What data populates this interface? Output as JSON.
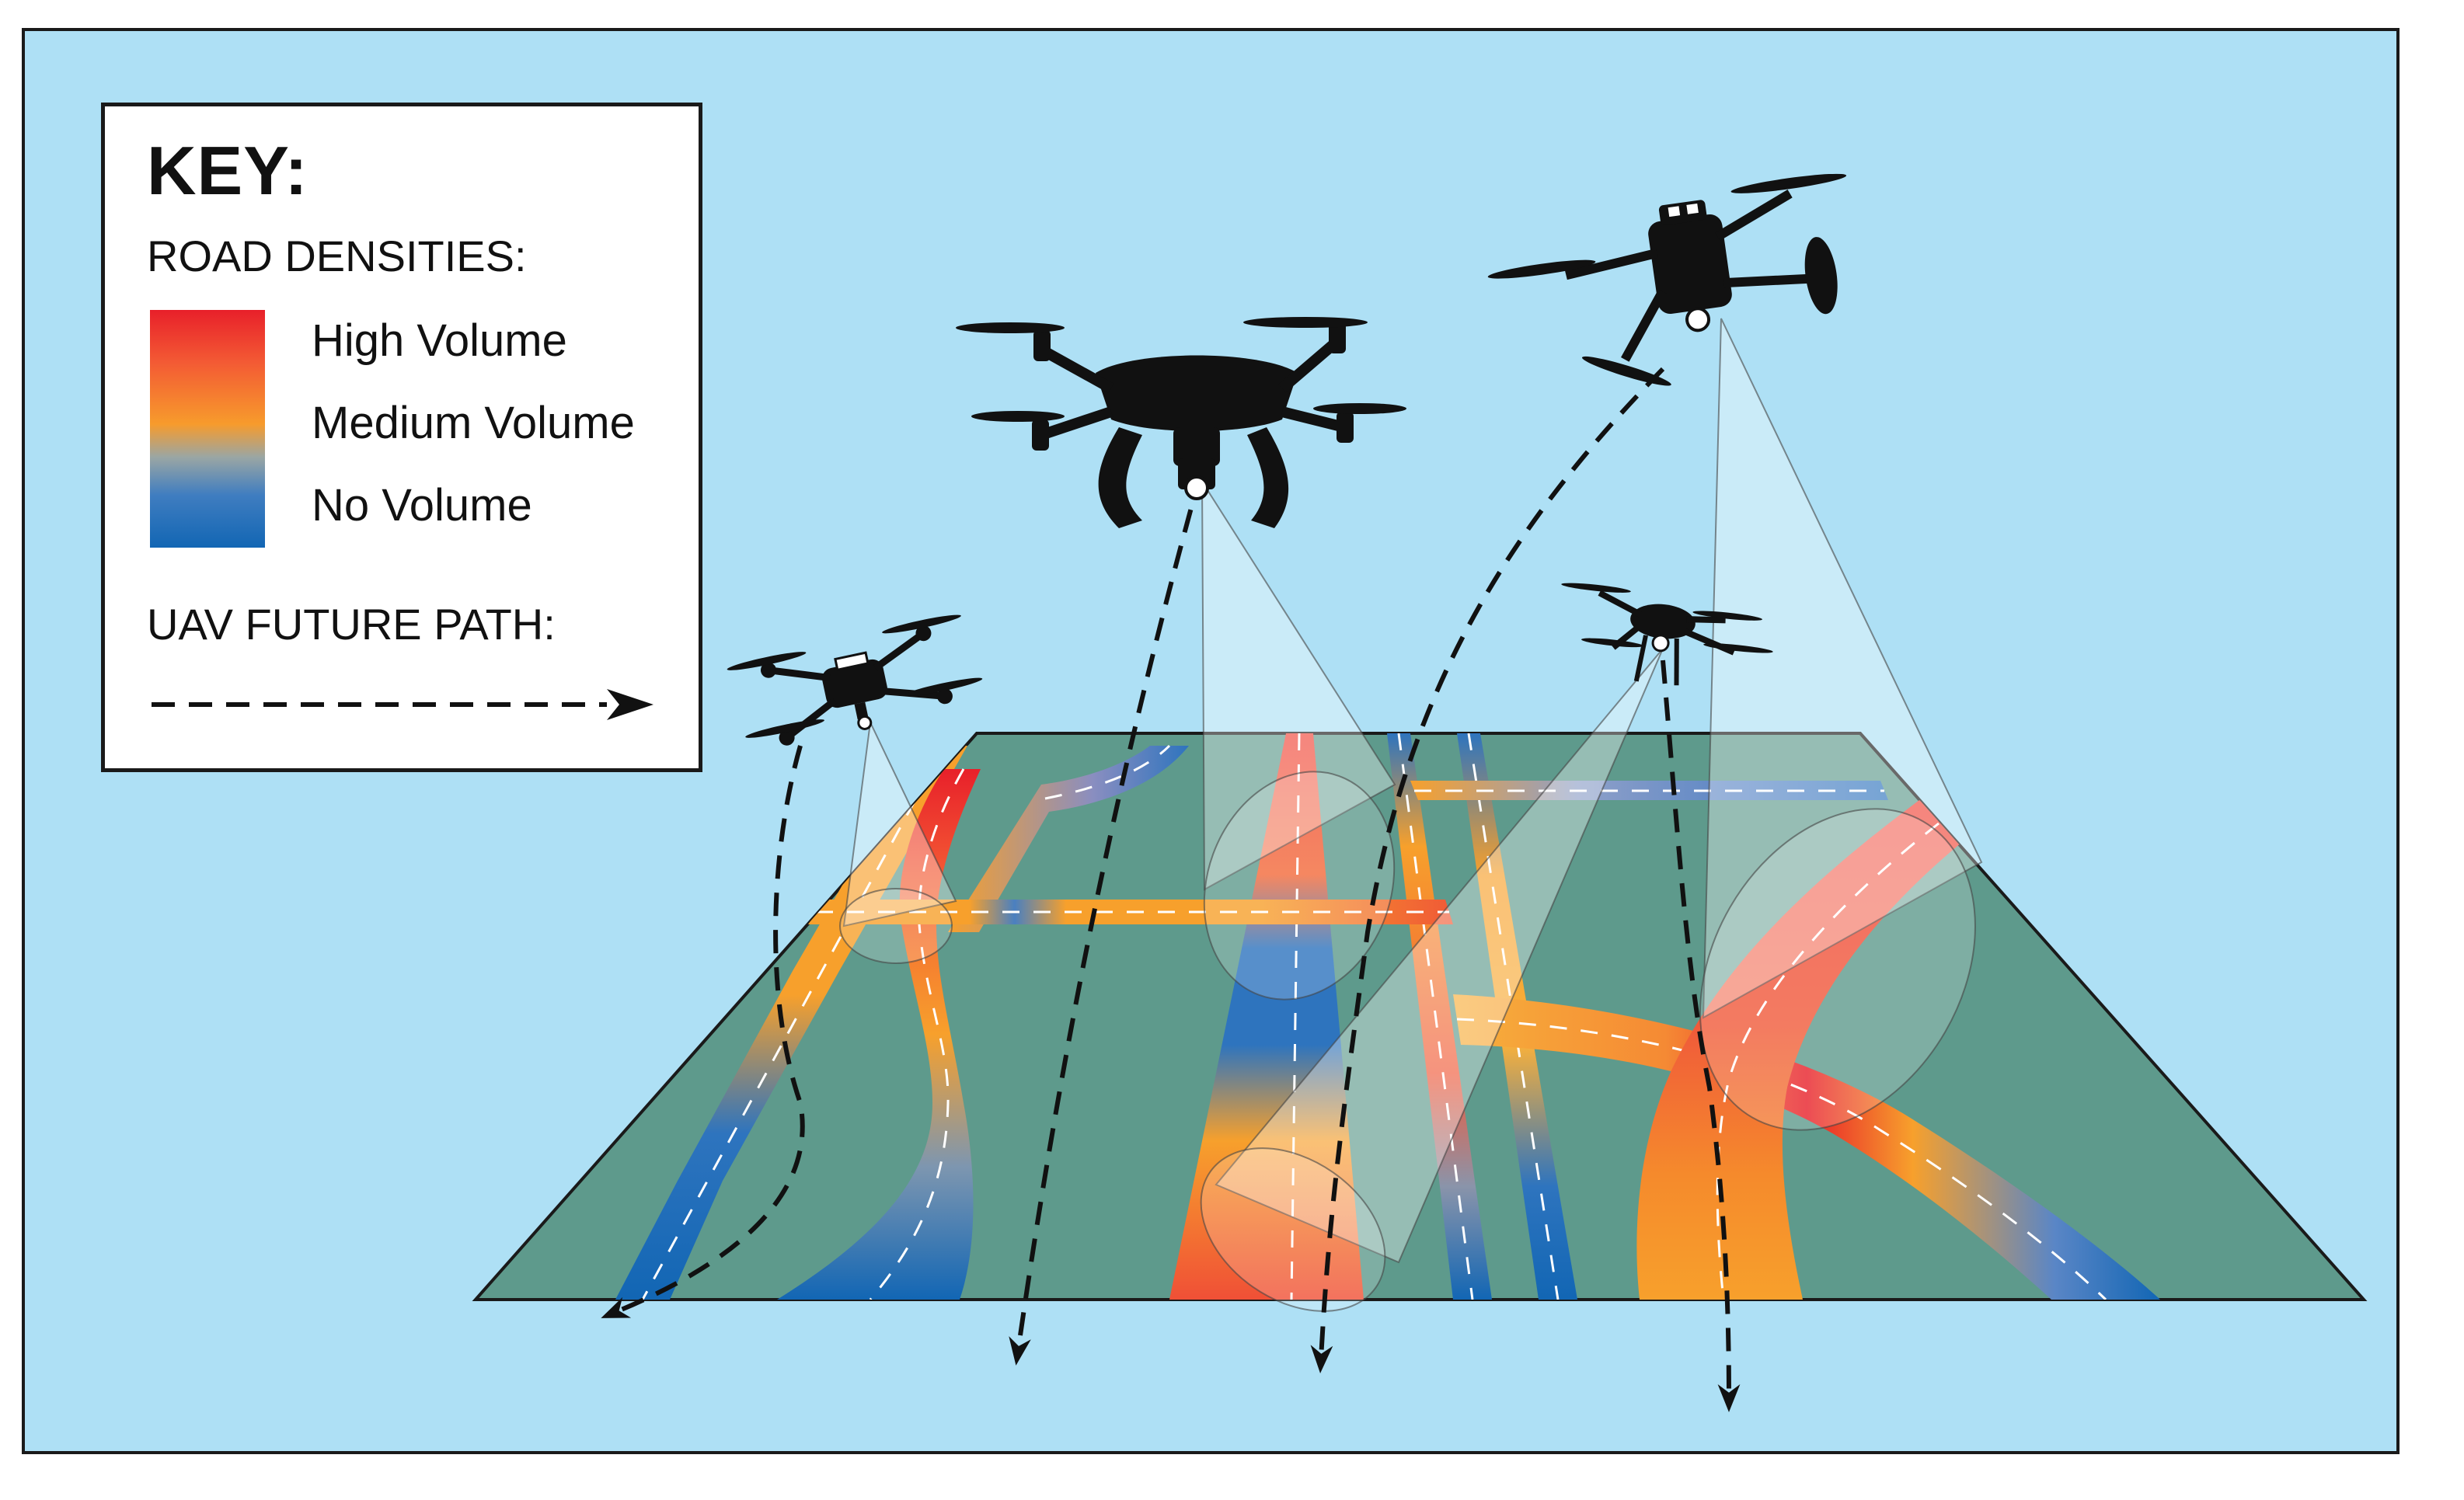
{
  "key": {
    "title": "KEY:",
    "road_densities_label": "ROAD DENSITIES:",
    "levels": [
      {
        "label": "High Volume",
        "color": "#e8202a"
      },
      {
        "label": "Medium Volume",
        "color": "#f79b2c"
      },
      {
        "label": "No Volume",
        "color": "#1266b4"
      }
    ],
    "future_path_label": "UAV FUTURE PATH:"
  },
  "colors": {
    "sky": "#aee0f5",
    "ground": "#5e9a8c",
    "high": "#e8202a",
    "medium": "#f79b2c",
    "none": "#1266b4",
    "drone": "#111111",
    "path": "#111111"
  },
  "uavs": [
    {
      "name": "quadcopter",
      "icon": "drone-icon"
    },
    {
      "name": "phantom-drone",
      "icon": "drone-icon"
    },
    {
      "name": "folding-drone",
      "icon": "drone-icon"
    },
    {
      "name": "small-drone",
      "icon": "drone-icon"
    }
  ]
}
